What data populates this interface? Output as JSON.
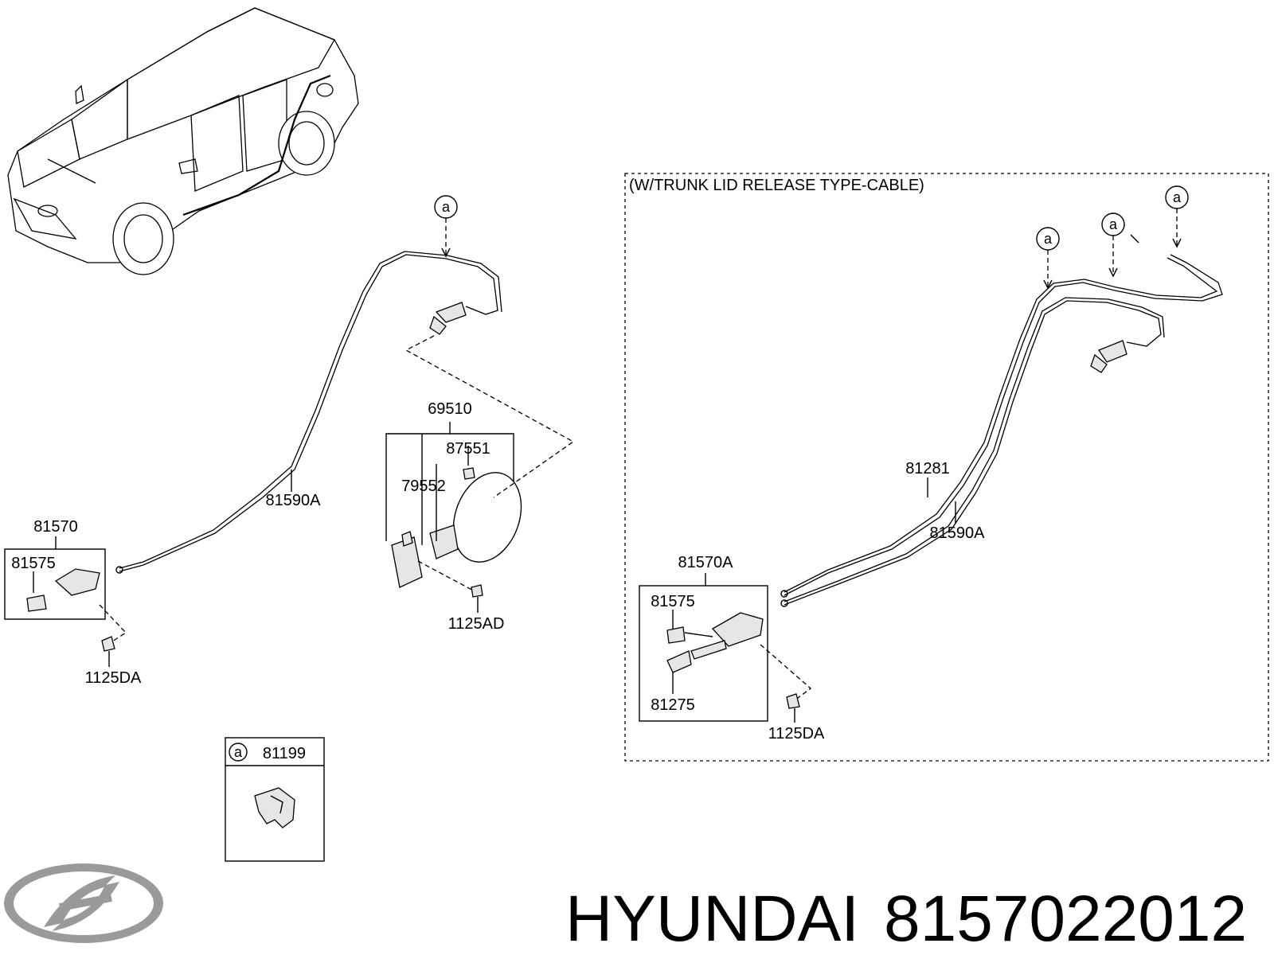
{
  "section_title": "(W/TRUNK LID RELEASE TYPE-CABLE)",
  "callout_letter": "a",
  "brand_icon": "hyundai-logo-icon",
  "footer": {
    "brand": "HYUNDAI",
    "part_number": "8157022012"
  },
  "parts": {
    "p69510": "69510",
    "p87551": "87551",
    "p79552": "79552",
    "p81590A_left": "81590A",
    "p81570": "81570",
    "p81575_left": "81575",
    "p1125DA_left": "1125DA",
    "p1125AD": "1125AD",
    "p81199": "81199",
    "p81281": "81281",
    "p81590A_right": "81590A",
    "p81570A": "81570A",
    "p81575_right": "81575",
    "p81275": "81275",
    "p1125DA_right": "1125DA"
  }
}
